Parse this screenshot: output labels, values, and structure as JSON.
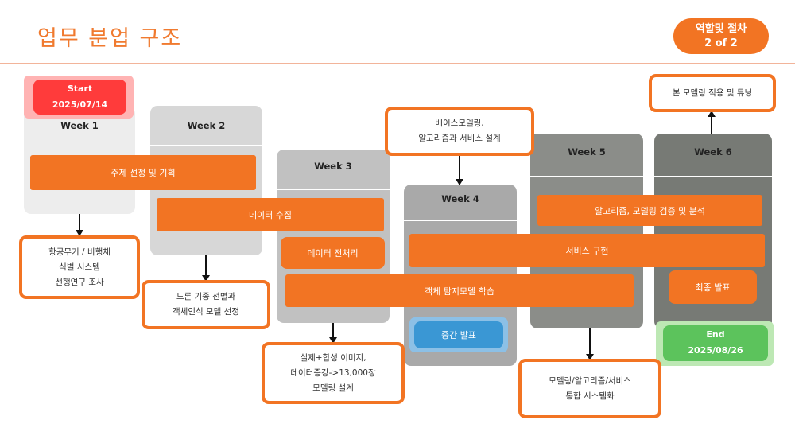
{
  "header": {
    "title": "업무 분업 구조",
    "badge_line1": "역할및 절차",
    "badge_line2": "2 of 2"
  },
  "weeks": [
    {
      "label": "Week 1"
    },
    {
      "label": "Week 2"
    },
    {
      "label": "Week 3"
    },
    {
      "label": "Week 4"
    },
    {
      "label": "Week 5"
    },
    {
      "label": "Week 6"
    }
  ],
  "milestones": {
    "start": {
      "title": "Start",
      "date": "2025/07/14"
    },
    "end": {
      "title": "End",
      "date": "2025/08/26"
    }
  },
  "tasks": {
    "topic": "주제 선정 및 기획",
    "data_collect": "데이터 수집",
    "preprocess": "데이터 전처리",
    "train": "객체 탐지모델 학습",
    "midterm": "중간 발표",
    "service_impl": "서비스 구현",
    "verify": "알고리즘, 모델링 검증 및 분석",
    "final": "최종 발표"
  },
  "notes": {
    "w1": [
      "항공무기 / 비행체",
      "식별 시스템",
      "선행연구 조사"
    ],
    "w2": [
      "드론 기종 선별과",
      "객체인식 모델 선정"
    ],
    "w3": [
      "실제+합성 이미지,",
      "데이터증강->13,000장",
      "모델링 설계"
    ],
    "w4": [
      "베이스모델링,",
      "알고리즘과 서비스 설계"
    ],
    "w5": [
      "모델링/알고리즘/서비스",
      "통합 시스템화"
    ],
    "w6": [
      "본 모델링 적용 및 튜닝"
    ]
  },
  "colors": {
    "accent": "#f27423",
    "start": "#ff3b3b",
    "end": "#5cc35c",
    "midterm": "#3a97d4"
  }
}
